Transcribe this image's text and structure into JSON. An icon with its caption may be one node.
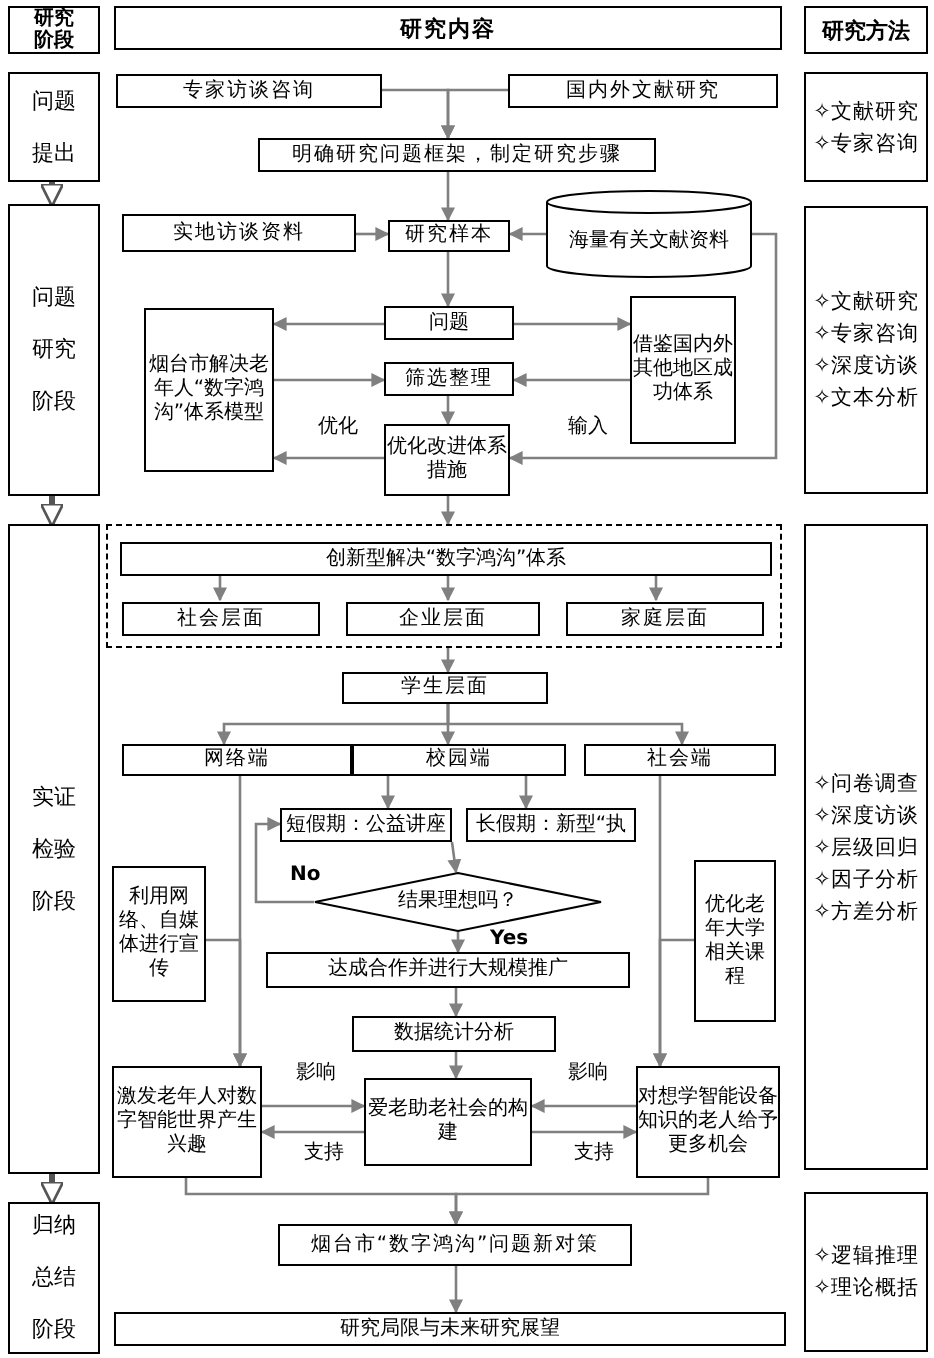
{
  "diagram": {
    "nodes": [
      {
        "text": [
          "研究阶段"
        ]
      },
      {
        "text": [
          "研究内容"
        ]
      },
      {
        "text": [
          "研究方法"
        ]
      },
      {
        "text": [
          "问题提出"
        ]
      },
      {
        "text": [
          "问题研究阶段"
        ]
      },
      {
        "text": [
          "实证检验阶段"
        ]
      },
      {
        "text": [
          "归纳总结阶段"
        ]
      },
      {
        "text": [
          "✧文献研究",
          "✧专家咨询"
        ]
      },
      {
        "text": [
          "✧文献研究",
          "✧专家咨询",
          "✧深度访谈",
          "✧文本分析"
        ]
      },
      {
        "text": [
          "✧问卷调查",
          "✧深度访谈",
          "✧层级回归",
          "✧因子分析",
          "✧方差分析"
        ]
      },
      {
        "text": [
          "✧逻辑推理",
          "✧理论概括"
        ]
      },
      {
        "text": [
          "专家访谈咨询"
        ]
      },
      {
        "text": [
          "国内外文献研究"
        ]
      },
      {
        "text": [
          "明确研究问题框架，制定研究步骤"
        ]
      },
      {
        "text": [
          "实地访谈资料"
        ]
      },
      {
        "text": [
          "研究样本"
        ]
      },
      {
        "text": [
          "海量有关文献资料"
        ]
      },
      {
        "text": [
          "问题"
        ]
      },
      {
        "text": [
          "烟台市解决老年人“数字鸿沟”体系模型"
        ]
      },
      {
        "text": [
          "借鉴国内外其他地区成功体系"
        ]
      },
      {
        "text": [
          "筛选整理"
        ]
      },
      {
        "text": [
          "优化改进体系措施"
        ]
      },
      {
        "text": [],
        "shape": "box"
      },
      {
        "text": [
          "创新型解决“数字鸿沟”体系"
        ],
        "in": 22
      },
      {
        "text": [
          "社会层面"
        ],
        "in": 22
      },
      {
        "text": [
          "企业层面"
        ],
        "in": 22
      },
      {
        "text": [
          "家庭层面"
        ],
        "in": 22
      },
      {
        "text": [
          "学生层面"
        ]
      },
      {
        "text": [
          "网络端"
        ]
      },
      {
        "text": [
          "校园端"
        ]
      },
      {
        "text": [
          "社会端"
        ]
      },
      {
        "text": [
          "短假期：公益讲座"
        ]
      },
      {
        "text": [
          "长假期：新型“执"
        ]
      },
      {
        "text": [
          "结果理想吗？"
        ]
      },
      {
        "text": [
          "利用网络、自媒体进行宣传"
        ]
      },
      {
        "text": [
          "优化老年大学相关课程"
        ]
      },
      {
        "text": [
          "达成合作并进行大规模推广"
        ]
      },
      {
        "text": [
          "数据统计分析"
        ]
      },
      {
        "text": [
          "激发老年人对数字智能世界产生兴趣"
        ]
      },
      {
        "text": [
          "爱老助老社会的构建"
        ]
      },
      {
        "text": [
          "对想学智能设备知识的老人给予更多机会"
        ]
      },
      {
        "text": [
          "烟台市“数字鸿沟”问题新对策"
        ]
      },
      {
        "text": [
          "研究局限与未来研究展望"
        ]
      }
    ],
    "edges": [
      {
        "from": 3,
        "to": 4,
        "arrow": "to",
        "style": "thick"
      },
      {
        "from": 4,
        "to": 5,
        "arrow": "to",
        "style": "thick"
      },
      {
        "from": 5,
        "to": 6,
        "arrow": "to",
        "style": "thick"
      },
      {
        "from": 11,
        "to": 13,
        "arrow": "to"
      },
      {
        "from": 12,
        "to": 13,
        "arrow": "to"
      },
      {
        "from": 13,
        "to": 15,
        "arrow": "to"
      },
      {
        "from": 14,
        "to": 15,
        "arrow": "to"
      },
      {
        "from": 16,
        "to": 15,
        "arrow": "to"
      },
      {
        "from": 15,
        "to": 17,
        "arrow": "to"
      },
      {
        "from": 17,
        "to": 18,
        "arrow": "to"
      },
      {
        "from": 17,
        "to": 19,
        "arrow": "to"
      },
      {
        "from": 18,
        "to": 20,
        "arrow": "to"
      },
      {
        "from": 19,
        "to": 20,
        "arrow": "to"
      },
      {
        "from": 20,
        "to": 21,
        "arrow": "to"
      },
      {
        "from": 21,
        "to": 18,
        "arrow": "to",
        "label": "优化"
      },
      {
        "from": 16,
        "to": 21,
        "arrow": "to",
        "label": "输入"
      },
      {
        "from": 21,
        "to": 22,
        "arrow": "to"
      },
      {
        "from": 23,
        "to": 24,
        "arrow": "to"
      },
      {
        "from": 23,
        "to": 25,
        "arrow": "to"
      },
      {
        "from": 23,
        "to": 26,
        "arrow": "to"
      },
      {
        "from": 22,
        "to": 27,
        "arrow": "to"
      },
      {
        "from": 27,
        "to": 28,
        "arrow": "to"
      },
      {
        "from": 27,
        "to": 29,
        "arrow": "to"
      },
      {
        "from": 27,
        "to": 30,
        "arrow": "to"
      },
      {
        "from": 29,
        "to": 31,
        "arrow": "to"
      },
      {
        "from": 29,
        "to": 32,
        "arrow": "to"
      },
      {
        "from": 31,
        "to": 33,
        "arrow": "to"
      },
      {
        "from": 33,
        "to": 31,
        "arrow": "to",
        "label": "No"
      },
      {
        "from": 33,
        "to": 36,
        "arrow": "to",
        "label": "Yes"
      },
      {
        "from": 28,
        "to": 38,
        "arrow": "to"
      },
      {
        "from": 34,
        "to": 38,
        "arrow": "to"
      },
      {
        "from": 30,
        "to": 40,
        "arrow": "to"
      },
      {
        "from": 35,
        "to": 40,
        "arrow": "to"
      },
      {
        "from": 36,
        "to": 37,
        "arrow": "to"
      },
      {
        "from": 37,
        "to": 39,
        "arrow": "to"
      },
      {
        "from": 38,
        "to": 39,
        "arrow": "to",
        "label": "影响"
      },
      {
        "from": 39,
        "to": 38,
        "arrow": "to",
        "label": "支持"
      },
      {
        "from": 40,
        "to": 39,
        "arrow": "to",
        "label": "影响"
      },
      {
        "from": 39,
        "to": 40,
        "arrow": "to",
        "label": "支持"
      },
      {
        "from": 38,
        "to": 41,
        "arrow": "to"
      },
      {
        "from": 40,
        "to": 41,
        "arrow": "to"
      },
      {
        "from": 41,
        "to": 42,
        "arrow": "to"
      }
    ]
  }
}
